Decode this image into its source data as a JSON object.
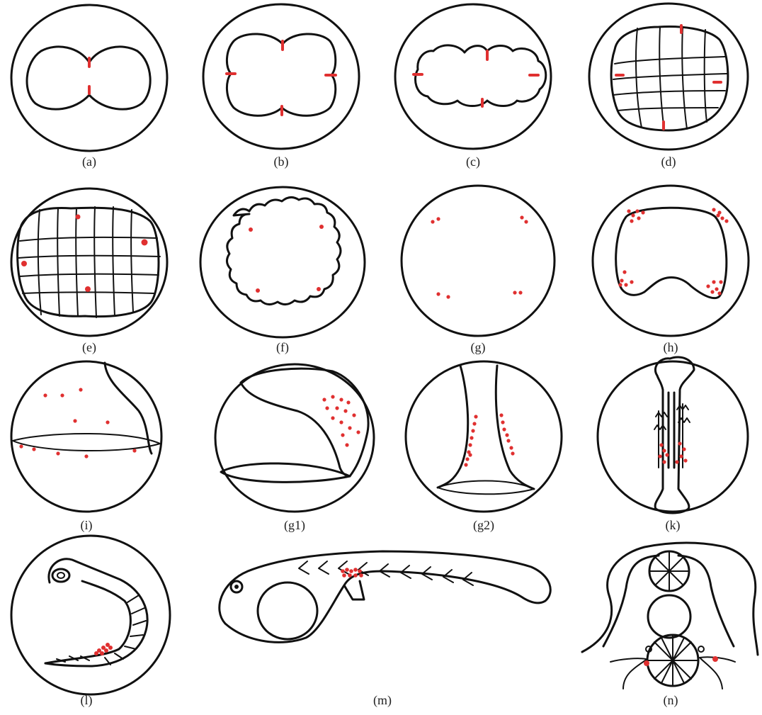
{
  "figure": {
    "panels": [
      {
        "id": "a",
        "label": "(a)"
      },
      {
        "id": "b",
        "label": "(b)"
      },
      {
        "id": "c",
        "label": "(c)"
      },
      {
        "id": "d",
        "label": "(d)"
      },
      {
        "id": "e",
        "label": "(e)"
      },
      {
        "id": "f",
        "label": "(f)"
      },
      {
        "id": "g",
        "label": "(g)"
      },
      {
        "id": "h",
        "label": "(h)"
      },
      {
        "id": "i",
        "label": "(i)"
      },
      {
        "id": "g1",
        "label": "(g1)"
      },
      {
        "id": "g2",
        "label": "(g2)"
      },
      {
        "id": "k",
        "label": "(k)"
      },
      {
        "id": "l",
        "label": "(l)"
      },
      {
        "id": "m",
        "label": "(m)"
      },
      {
        "id": "n",
        "label": "(n)"
      }
    ],
    "marker_color": "#e03030",
    "line_color": "#111111"
  }
}
